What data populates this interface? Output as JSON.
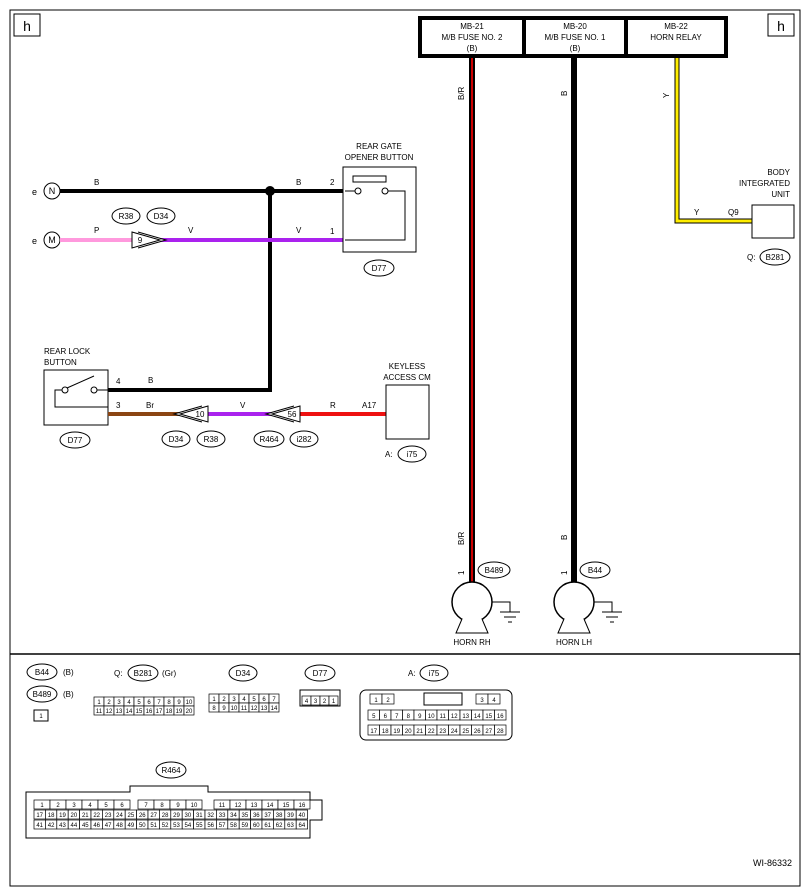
{
  "corner_left": "h",
  "corner_right": "h",
  "fuse_box": {
    "mb21": {
      "line1": "MB-21",
      "line2": "M/B FUSE NO. 2",
      "line3": "(B)"
    },
    "mb20": {
      "line1": "MB-20",
      "line2": "M/B FUSE NO. 1",
      "line3": "(B)"
    },
    "mb22": {
      "line1": "MB-22",
      "line2": "HORN RELAY"
    }
  },
  "wires": {
    "b": "B",
    "v": "V",
    "p": "P",
    "br": "Br",
    "r": "R",
    "y": "Y",
    "br_wire": "B/R"
  },
  "connectors_left": {
    "n": "N",
    "m": "M",
    "e": "e"
  },
  "rear_gate": {
    "title1": "REAR GATE",
    "title2": "OPENER BUTTON",
    "pin2": "2",
    "pin1": "1",
    "conn": "D77"
  },
  "rear_lock": {
    "title1": "REAR LOCK",
    "title2": "BUTTON",
    "pin4": "4",
    "pin3": "3",
    "conn": "D77"
  },
  "keyless": {
    "title1": "KEYLESS",
    "title2": "ACCESS CM",
    "pin": "A17",
    "prefix": "A:",
    "conn": "i75"
  },
  "body_unit": {
    "title1": "BODY",
    "title2": "INTEGRATED",
    "title3": "UNIT",
    "pin": "Q9",
    "prefix": "Q:",
    "conn": "B281"
  },
  "joints": {
    "r38": "R38",
    "d34": "D34",
    "j9": "9",
    "j10": "10",
    "r464": "R464",
    "i282": "i282",
    "j56": "56"
  },
  "horn_rh": {
    "label": "HORN RH",
    "pin": "1",
    "conn": "B489"
  },
  "horn_lh": {
    "label": "HORN LH",
    "pin": "1",
    "conn": "B44"
  },
  "legend": {
    "b44": "B44",
    "b44_color": "(B)",
    "b489": "B489",
    "b489_color": "(B)",
    "b_pin": "1",
    "q_prefix": "Q:",
    "b281": "B281",
    "b281_color": "(Gr)",
    "d34": "D34",
    "d77": "D77",
    "a_prefix": "A:",
    "i75": "i75",
    "r464": "R464"
  },
  "b281_pins": [
    [
      "1",
      "2",
      "3",
      "4",
      "5",
      "6",
      "7",
      "8",
      "9",
      "10"
    ],
    [
      "11",
      "12",
      "13",
      "14",
      "15",
      "16",
      "17",
      "18",
      "19",
      "20"
    ]
  ],
  "d34_pins": [
    [
      "1",
      "2",
      "3",
      "4",
      "5",
      "6",
      "7"
    ],
    [
      "8",
      "9",
      "10",
      "11",
      "12",
      "13",
      "14"
    ]
  ],
  "d77_pins": [
    "4",
    "3",
    "2",
    "1"
  ],
  "i75_pins": {
    "row1a": [
      "1",
      "2"
    ],
    "row1b": [
      "3",
      "4"
    ],
    "row2": [
      "5",
      "6",
      "7",
      "8",
      "9",
      "10",
      "11",
      "12",
      "13",
      "14",
      "15",
      "16"
    ],
    "row3": [
      "17",
      "18",
      "19",
      "20",
      "21",
      "22",
      "23",
      "24",
      "25",
      "26",
      "27",
      "28"
    ]
  },
  "r464_pins": {
    "r1a": [
      "1",
      "2",
      "3",
      "4",
      "5",
      "6"
    ],
    "r1b": [
      "7",
      "8",
      "9",
      "10"
    ],
    "r1c": [
      "11",
      "12",
      "13",
      "14",
      "15",
      "16"
    ],
    "r2": [
      "17",
      "18",
      "19",
      "20",
      "21",
      "22",
      "23",
      "24",
      "25",
      "26",
      "27",
      "28",
      "29",
      "30",
      "31",
      "32",
      "33",
      "34",
      "35",
      "36",
      "37",
      "38",
      "39",
      "40"
    ],
    "r3": [
      "41",
      "42",
      "43",
      "44",
      "45",
      "46",
      "47",
      "48",
      "49",
      "50",
      "51",
      "52",
      "53",
      "54",
      "55",
      "56",
      "57",
      "58",
      "59",
      "60",
      "61",
      "62",
      "63",
      "64"
    ]
  },
  "code": "WI-86332"
}
